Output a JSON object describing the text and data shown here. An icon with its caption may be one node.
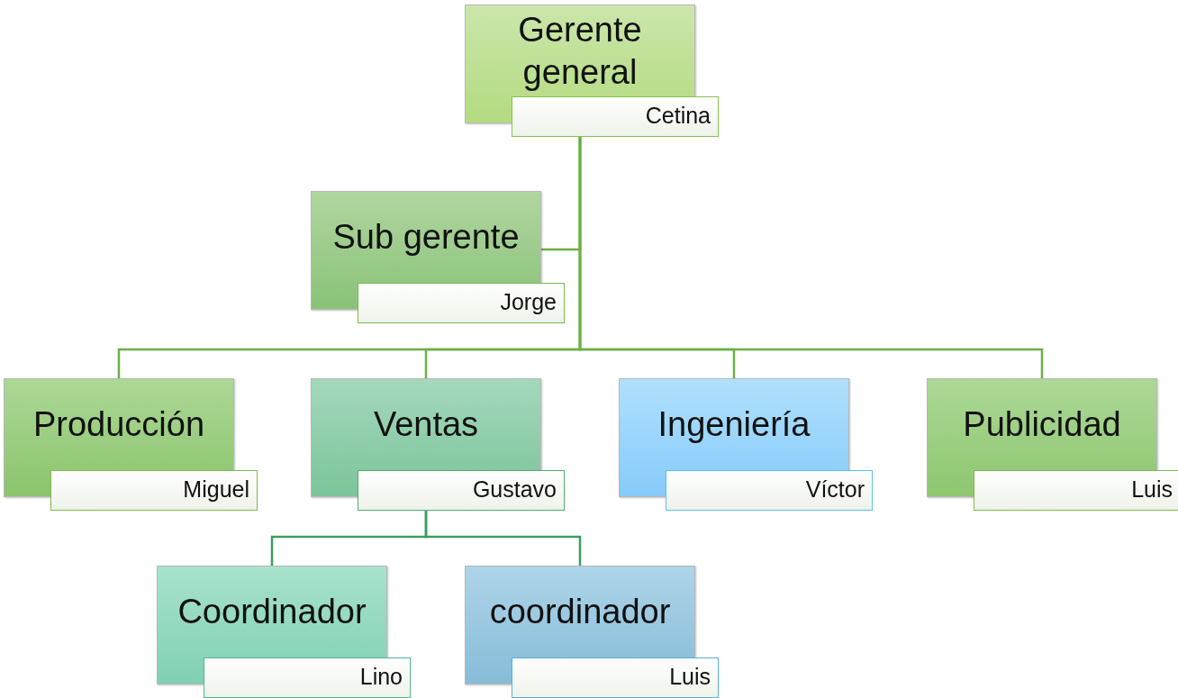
{
  "diagram": {
    "nodes": [
      {
        "text": [
          "Gerente general",
          "Cetina"
        ]
      },
      {
        "text": [
          "Sub gerente",
          "Jorge"
        ]
      },
      {
        "text": [
          "Producción",
          "Miguel"
        ]
      },
      {
        "text": [
          "Ventas",
          "Gustavo"
        ]
      },
      {
        "text": [
          "Ingeniería",
          "Víctor"
        ]
      },
      {
        "text": [
          "Publicidad",
          "Luis"
        ]
      },
      {
        "text": [
          "Coordinador",
          "Lino"
        ]
      },
      {
        "text": [
          "coordinador",
          "Luis"
        ]
      }
    ],
    "edges": [
      {
        "from": 0,
        "to": 1,
        "arrow": "none"
      },
      {
        "from": 0,
        "to": 2,
        "arrow": "none"
      },
      {
        "from": 0,
        "to": 3,
        "arrow": "none"
      },
      {
        "from": 0,
        "to": 4,
        "arrow": "none"
      },
      {
        "from": 0,
        "to": 5,
        "arrow": "none"
      },
      {
        "from": 3,
        "to": 6,
        "arrow": "none",
        "color": "#3c9d5f"
      },
      {
        "from": 3,
        "to": 7,
        "arrow": "none",
        "color": "#3c9d5f"
      }
    ]
  }
}
